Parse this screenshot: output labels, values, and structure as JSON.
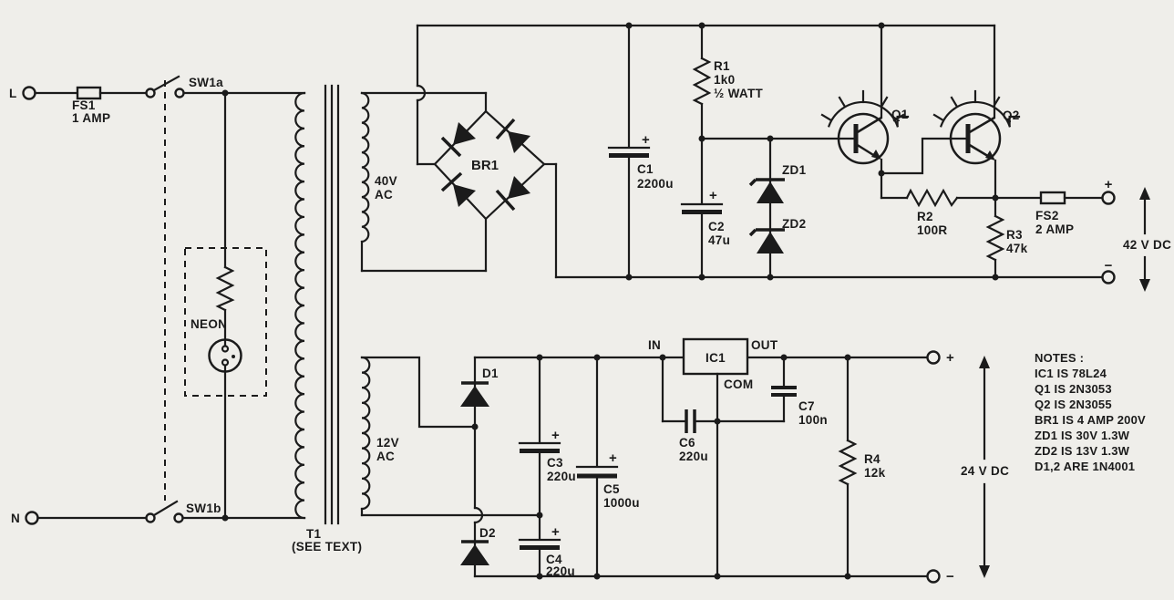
{
  "colors": {
    "paper": "#efeeea",
    "ink": "#1b1b1b"
  },
  "symbols": {
    "plus": "+",
    "minus": "−"
  },
  "mains": {
    "live_label": "L",
    "neutral_label": "N",
    "fs1_ref": "FS1",
    "fs1_rating": "1 AMP",
    "sw1a_label": "SW1a",
    "sw1b_label": "SW1b",
    "neon_label": "NEON"
  },
  "transformer": {
    "ref": "T1",
    "note": "(SEE TEXT)",
    "hv_voltage": "40V",
    "hv_ac": "AC",
    "lv_voltage": "12V",
    "lv_ac": "AC"
  },
  "hv_rail": {
    "br1": "BR1",
    "r1_ref": "R1",
    "r1_value": "1k0",
    "r1_power": "½ WATT",
    "c1_ref": "C1",
    "c1_value": "2200u",
    "c2_ref": "C2",
    "c2_value": "47u",
    "zd1": "ZD1",
    "zd2": "ZD2",
    "q1": "Q1",
    "q2": "Q2",
    "r2_ref": "R2",
    "r2_value": "100R",
    "r3_ref": "R3",
    "r3_value": "47k",
    "fs2_ref": "FS2",
    "fs2_rating": "2 AMP",
    "output_label": "42 V DC"
  },
  "lv_rail": {
    "d1": "D1",
    "d2": "D2",
    "c3_ref": "C3",
    "c3_value": "220u",
    "c4_ref": "C4",
    "c4_value": "220u",
    "c5_ref": "C5",
    "c5_value": "1000u",
    "ic1_ref": "IC1",
    "pin_in": "IN",
    "pin_out": "OUT",
    "pin_com": "COM",
    "c6_ref": "C6",
    "c6_value": "220u",
    "c7_ref": "C7",
    "c7_value": "100n",
    "r4_ref": "R4",
    "r4_value": "12k",
    "output_label": "24 V DC"
  },
  "notes": {
    "heading": "NOTES :",
    "lines": [
      "IC1 IS 78L24",
      "Q1 IS 2N3053",
      "Q2 IS 2N3055",
      "BR1 IS 4 AMP 200V",
      "ZD1 IS 30V 1.3W",
      "ZD2 IS 13V 1.3W",
      "D1,2 ARE 1N4001"
    ]
  }
}
